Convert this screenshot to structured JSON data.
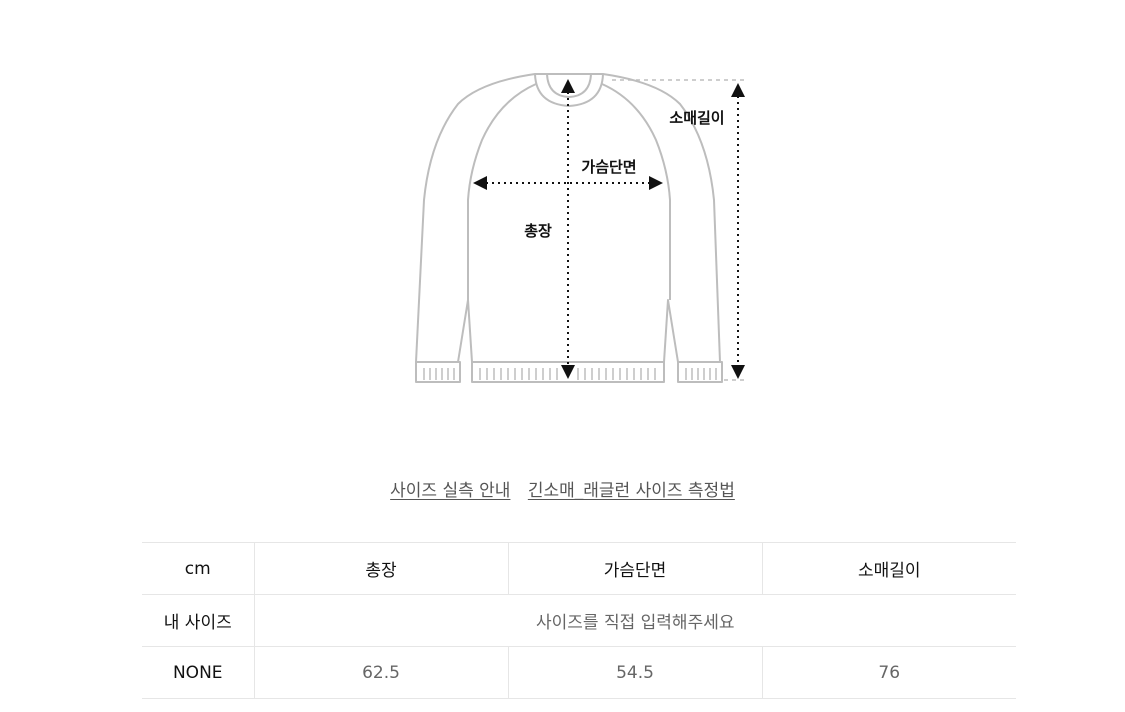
{
  "diagram": {
    "labels": {
      "sleeve_length": "소매길이",
      "chest_width": "가슴단면",
      "total_length": "총장"
    }
  },
  "guide_links": {
    "measurement_guide": "사이즈 실측 안내",
    "raglan_guide": "긴소매_래글런 사이즈 측정법"
  },
  "table": {
    "unit": "cm",
    "columns": [
      "총장",
      "가슴단면",
      "소매길이"
    ],
    "my_size": {
      "label": "내 사이즈",
      "prompt": "사이즈를 직접 입력해주세요"
    },
    "rows": [
      {
        "size": "NONE",
        "values": [
          "62.5",
          "54.5",
          "76"
        ]
      }
    ]
  }
}
